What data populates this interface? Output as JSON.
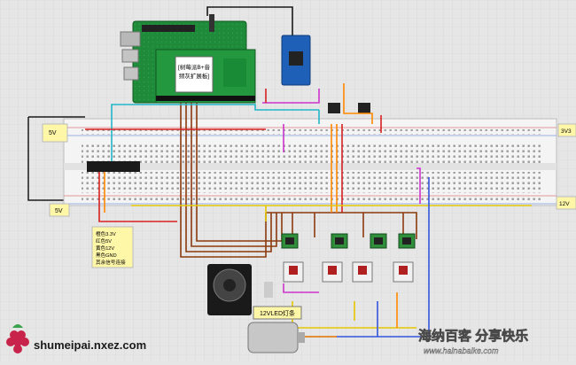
{
  "colors": {
    "background": "#e6e6e6",
    "grid": "#d3d3d3",
    "pcb": "#1f8a3a",
    "pcb_dark": "#146a2a",
    "arduino": "#1e5fb8",
    "breadboard": "#f2f2f2",
    "power_label": "#fff7a8",
    "wire_brown": "#8b3a0e",
    "wire_orange": "#ff8800",
    "wire_red": "#d62020",
    "wire_black": "#1a1a1a",
    "wire_cyan": "#22b5c8",
    "wire_magenta": "#cc33cc",
    "wire_yellow": "#e3c600",
    "wire_blue": "#3355dd",
    "relay_module": "#2f8f3a",
    "mosfet_module": "#b12020",
    "motor": "#c7c7c7",
    "speaker": "#1a1a1a"
  },
  "components": {
    "raspberry_pi": {
      "name": "Raspberry Pi"
    },
    "expansion_board": {
      "label": "[树莓派B+音\n频灰扩展板]"
    },
    "arduino": {
      "name": "Arduino Pro Mini"
    },
    "speaker": {
      "name": "speaker-icon"
    },
    "motor": {
      "name": "dc-motor-icon"
    },
    "relays": {
      "count": 4
    },
    "mosfets": {
      "count": 4
    }
  },
  "labels": {
    "left_5v_top": "5V",
    "left_5v_bottom": "5V",
    "right_3v3": "3V3",
    "right_12v": "12V",
    "led_strip": "12VLED灯条"
  },
  "wire_legend": {
    "lines": [
      "橙色3.3V",
      "红色5V",
      "黄色12V",
      "黑色GND",
      "其余信号连接"
    ]
  },
  "watermarks": {
    "brand_text": "shumeipai.nxez.com",
    "right_title": "海纳百客 分享快乐",
    "right_url": "www.hainabaike.com"
  }
}
